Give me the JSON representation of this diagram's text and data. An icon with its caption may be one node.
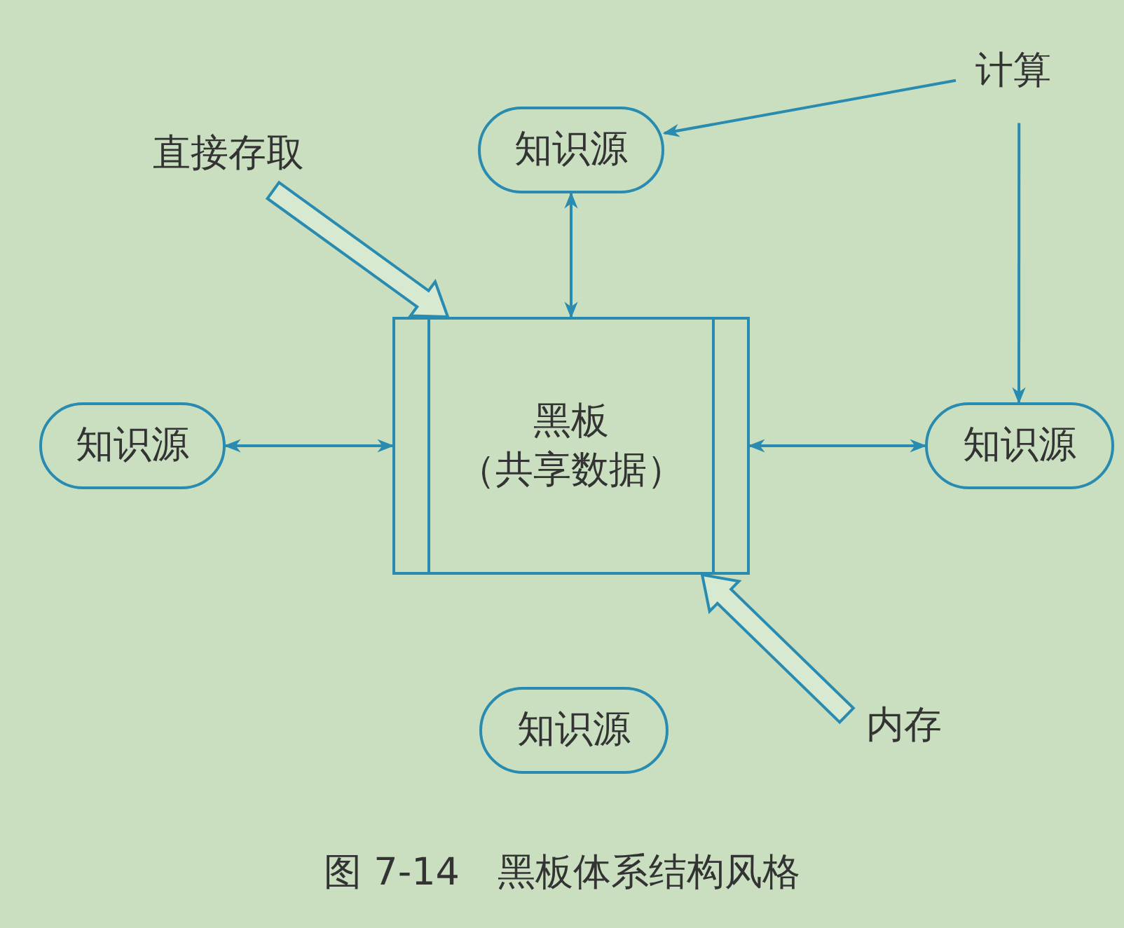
{
  "diagram": {
    "caption": "图 7-14　黑板体系结构风格",
    "nodes": [
      {
        "text": [
          "黑板",
          "（共享数据）"
        ]
      },
      {
        "text": [
          "知识源"
        ]
      },
      {
        "text": [
          "知识源"
        ]
      },
      {
        "text": [
          "知识源"
        ]
      },
      {
        "text": [
          "知识源"
        ]
      },
      {
        "text": [
          "计算"
        ]
      },
      {
        "text": [
          "直接存取"
        ]
      },
      {
        "text": [
          "内存"
        ]
      }
    ],
    "edges": [
      {
        "from": 5,
        "to": 1,
        "arrow": "to"
      },
      {
        "from": 5,
        "to": 3,
        "arrow": "to"
      },
      {
        "from": 1,
        "to": 0,
        "arrow": "both"
      },
      {
        "from": 2,
        "to": 0,
        "arrow": "both"
      },
      {
        "from": 0,
        "to": 3,
        "arrow": "both"
      },
      {
        "from": 6,
        "to": 0,
        "arrow": "to",
        "style": "thick"
      },
      {
        "from": 7,
        "to": 0,
        "arrow": "to",
        "style": "thick"
      }
    ]
  }
}
